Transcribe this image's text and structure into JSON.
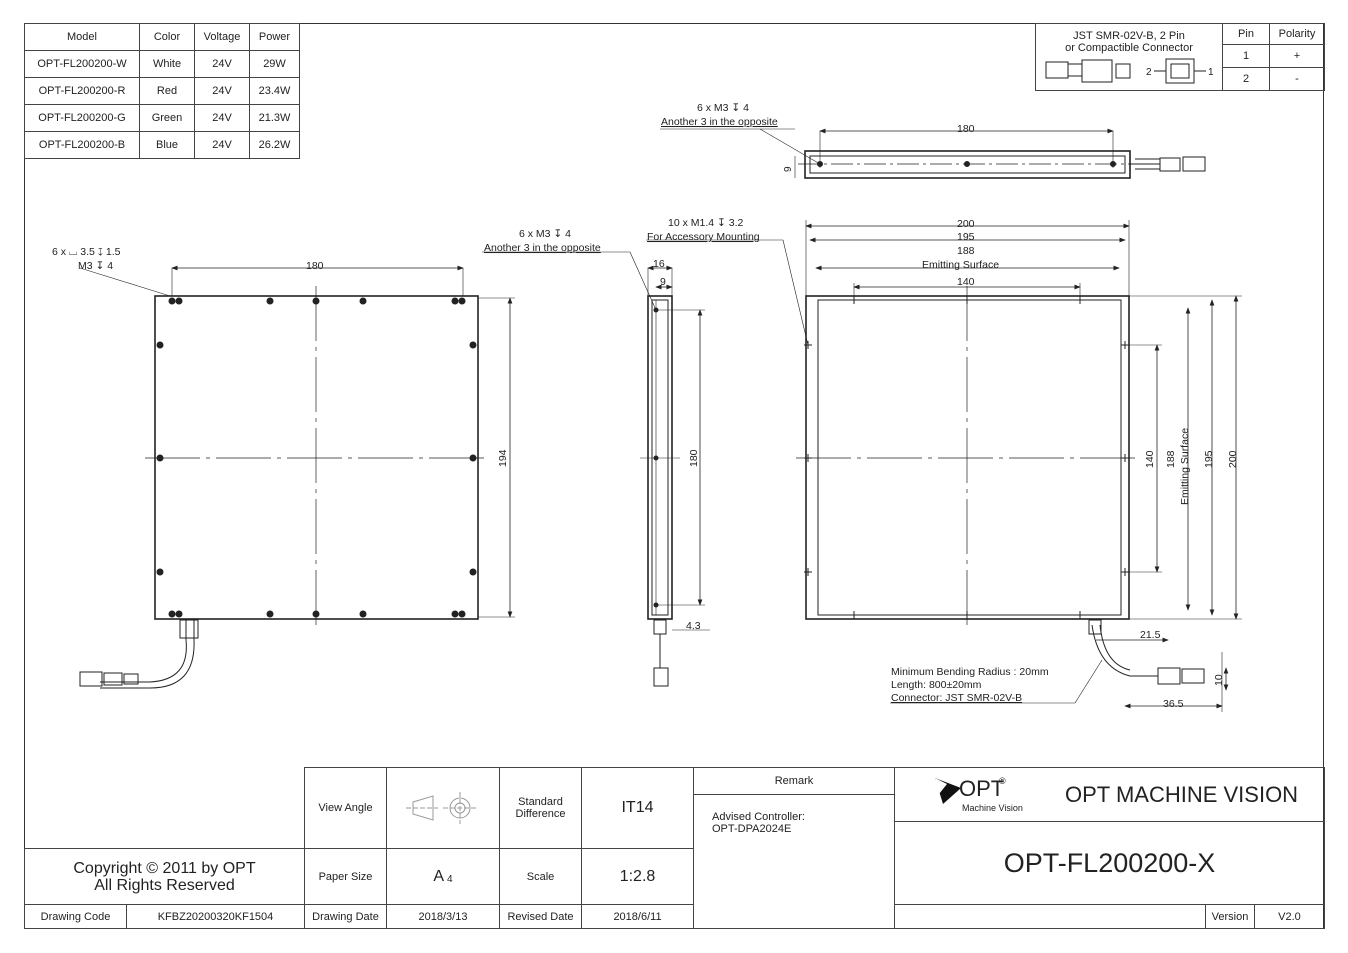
{
  "model_table": {
    "headers": [
      "Model",
      "Color",
      "Voltage",
      "Power"
    ],
    "rows": [
      [
        "OPT-FL200200-W",
        "White",
        "24V",
        "29W"
      ],
      [
        "OPT-FL200200-R",
        "Red",
        "24V",
        "23.4W"
      ],
      [
        "OPT-FL200200-G",
        "Green",
        "24V",
        "21.3W"
      ],
      [
        "OPT-FL200200-B",
        "Blue",
        "24V",
        "26.2W"
      ]
    ]
  },
  "connector": {
    "title_line1": "JST SMR-02V-B, 2 Pin",
    "title_line2": "or Compactible Connector",
    "pin_header": "Pin",
    "polarity_header": "Polarity",
    "rows": [
      [
        "1",
        "+"
      ],
      [
        "2",
        "-"
      ]
    ],
    "pin_label_left": "2",
    "pin_label_right": "1"
  },
  "annotations": {
    "top_holes_line1": "6 x M3 ↧ 4",
    "top_holes_line2": "Another 3 in the opposite",
    "top_dim_180": "180",
    "top_dim_9": "9",
    "left_holes_line1": "6 x ⌴ 3.5 ↧ 1.5",
    "left_holes_line2": "M3 ↧ 4",
    "left_dim_180": "180",
    "left_dim_194": "194",
    "side_holes_line1": "6 x M3 ↧ 4",
    "side_holes_line2": "Another 3 in the opposite",
    "side_dim_16": "16",
    "side_dim_9": "9",
    "side_dim_180": "180",
    "side_dim_43": "4.3",
    "acc_line1": "10 x M1.4 ↧ 3.2",
    "acc_line2": "For Accessory Mounting",
    "right_dim_200": "200",
    "right_dim_195": "195",
    "right_dim_188": "188",
    "emitting_surface": "Emitting Surface",
    "right_dim_140": "140",
    "right_vdim_140": "140",
    "right_vdim_188": "188",
    "right_vdim_195": "195",
    "right_vdim_200": "200",
    "right_dim_215": "21.5",
    "right_dim_10": "10",
    "right_dim_365": "36.5",
    "cable_note1": "Minimum Bending Radius : 20mm",
    "cable_note2": "Length: 800±20mm",
    "cable_note3": "Connector: JST SMR-02V-B"
  },
  "title_block": {
    "copyright_line1": "Copyright © 2011 by OPT",
    "copyright_line2": "All Rights Reserved",
    "drawing_code_label": "Drawing Code",
    "drawing_code": "KFBZ20200320KF1504",
    "view_angle_label": "View Angle",
    "standard_difference_label": "Standard Difference",
    "standard_difference": "IT14",
    "paper_size_label": "Paper Size",
    "paper_size": "A",
    "paper_size_sub": "4",
    "scale_label": "Scale",
    "scale": "1:2.8",
    "drawing_date_label": "Drawing Date",
    "drawing_date": "2018/3/13",
    "revised_date_label": "Revised Date",
    "revised_date": "2018/6/11",
    "remark_label": "Remark",
    "remark_line1": "Advised Controller:",
    "remark_line2": "OPT-DPA2024E",
    "logo_text": "OPT",
    "logo_sub": "Machine Vision",
    "company": "OPT MACHINE VISION",
    "part_number": "OPT-FL200200-X",
    "version_label": "Version",
    "version": "V2.0"
  }
}
